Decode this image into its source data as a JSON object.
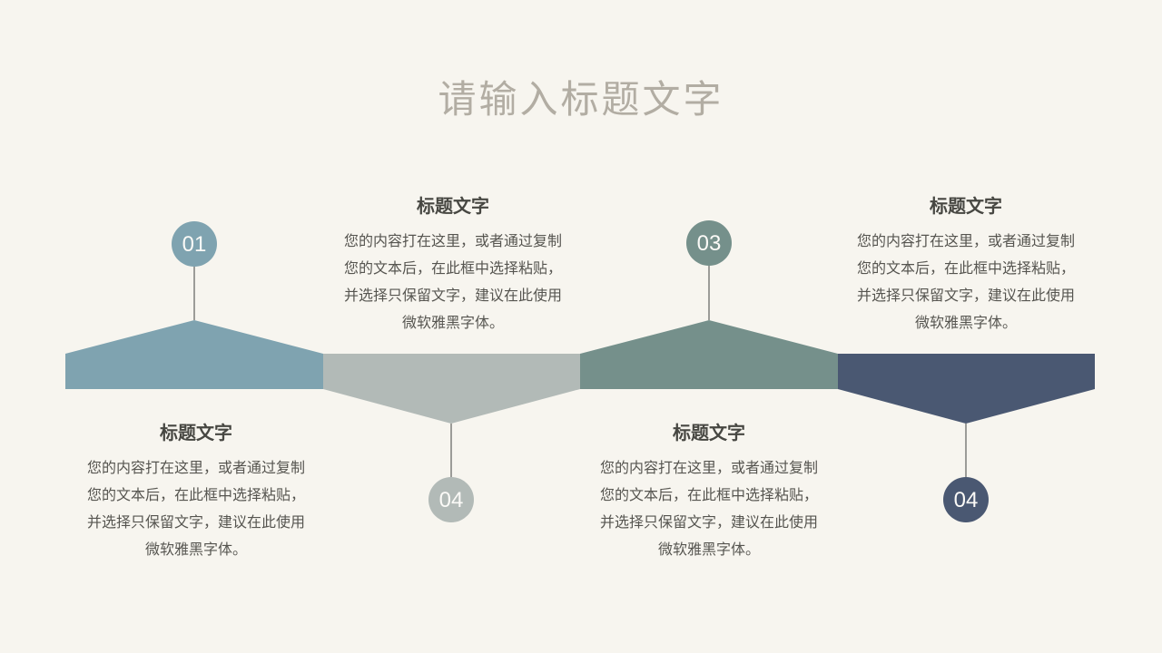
{
  "slide": {
    "title": "请输入标题文字",
    "title_color": "#b2ada3",
    "background_color": "#f7f5ef"
  },
  "timeline": {
    "connector_color": "#9c9c98",
    "number_text_color": "#fbfaf7"
  },
  "steps": [
    {
      "number": "01",
      "circle_position": "above-band",
      "text_position": "below-band",
      "color": "#7fa3b0",
      "title": "标题文字",
      "body_lines": [
        "您的内容打在这里，或者通过复制",
        "您的文本后，在此框中选择粘贴，",
        "并选择只保留文字，建议在此使用",
        "微软雅黑字体。"
      ]
    },
    {
      "number": "04",
      "circle_position": "below-band",
      "text_position": "above-band",
      "color": "#b2bab7",
      "title": "标题文字",
      "body_lines": [
        "您的内容打在这里，或者通过复制",
        "您的文本后，在此框中选择粘贴，",
        "并选择只保留文字，建议在此使用",
        "微软雅黑字体。"
      ]
    },
    {
      "number": "03",
      "circle_position": "above-band",
      "text_position": "below-band",
      "color": "#75908b",
      "title": "标题文字",
      "body_lines": [
        "您的内容打在这里，或者通过复制",
        "您的文本后，在此框中选择粘贴，",
        "并选择只保留文字，建议在此使用",
        "微软雅黑字体。"
      ]
    },
    {
      "number": "04",
      "circle_position": "below-band",
      "text_position": "above-band",
      "color": "#4a5872",
      "title": "标题文字",
      "body_lines": [
        "您的内容打在这里，或者通过复制",
        "您的文本后，在此框中选择粘贴，",
        "并选择只保留文字，建议在此使用",
        "微软雅黑字体。"
      ]
    }
  ]
}
